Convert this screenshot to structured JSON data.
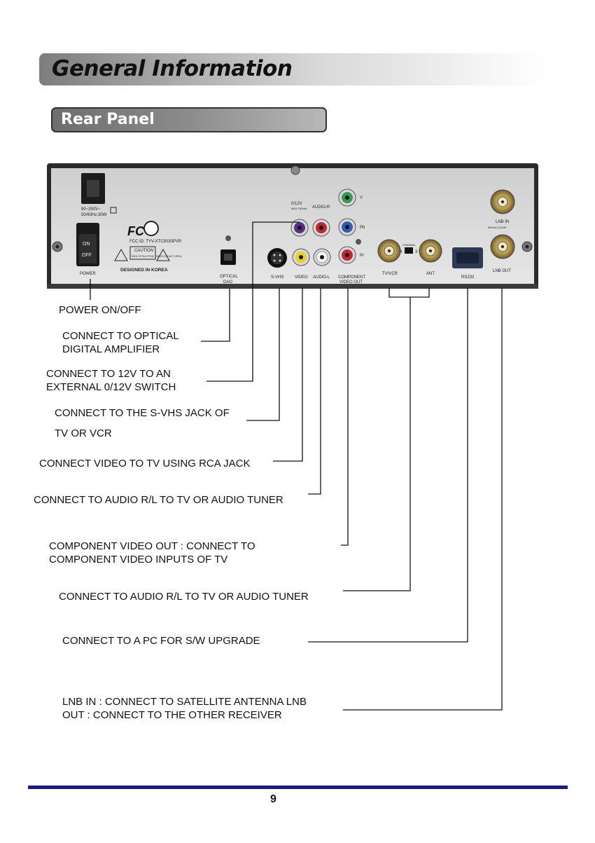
{
  "header": {
    "title": "General Information"
  },
  "section": {
    "title": "Rear Panel"
  },
  "panel": {
    "power_rating": "90~250V~",
    "power_freq": "50/60Hz,30W",
    "switch_on": "ON",
    "switch_off": "OFF",
    "fcc_logo": "FC",
    "fcc_id": "FCC ID: TYV-XTC5030PVR",
    "caution": "CAUTION",
    "caution_detail": "RISK OF ELECTRIC SHOCK DO NOT OPEN",
    "designed": "DESIGNED IN KOREA",
    "power_label": "POWER",
    "v012": "0/12V",
    "v012_max": "MAX 100mA",
    "audio_r": "AUDIO-R",
    "optical": "OPTICAL",
    "dao": "DAO",
    "svhs": "S-VHS",
    "video": "VIDEO",
    "audio_l": "AUDIO-L",
    "component": "COMPONENT",
    "video_out": "VIDEO OUT",
    "y": "Y",
    "pb": "Pb",
    "pr": "Pr",
    "channel": "CHANNEL",
    "ch4": "4",
    "ch3": "3",
    "tvvcr": "TV/VCR",
    "ant": "ANT",
    "rs232": "RS232",
    "lnb_in": "LNB IN",
    "lnb_in_spec": "500mA,13/18V",
    "lnb_out": "LNB OUT"
  },
  "callouts": {
    "power": "POWER ON/OFF",
    "optical_1": "CONNECT TO OPTICAL",
    "optical_2": "DIGITAL AMPLIFIER",
    "v12_1": "CONNECT TO 12V TO AN",
    "v12_2": "EXTERNAL  0/12V SWITCH",
    "svhs_1": "CONNECT TO THE S-VHS JACK OF",
    "svhs_2": "TV OR VCR",
    "video": "CONNECT VIDEO TO TV USING RCA JACK",
    "audio": "CONNECT TO AUDIO R/L TO TV OR AUDIO TUNER",
    "component_1": "COMPONENT VIDEO OUT : CONNECT TO",
    "component_2": "COMPONENT VIDEO INPUTS OF TV",
    "rf": "CONNECT TO AUDIO R/L TO TV OR AUDIO TUNER",
    "rs232": "CONNECT TO A PC FOR S/W UPGRADE",
    "lnb_1": "LNB IN : CONNECT TO SATELLITE ANTENNA   LNB",
    "lnb_2": "OUT : CONNECT TO THE OTHER RECEIVER"
  },
  "footer": {
    "page": "9"
  }
}
